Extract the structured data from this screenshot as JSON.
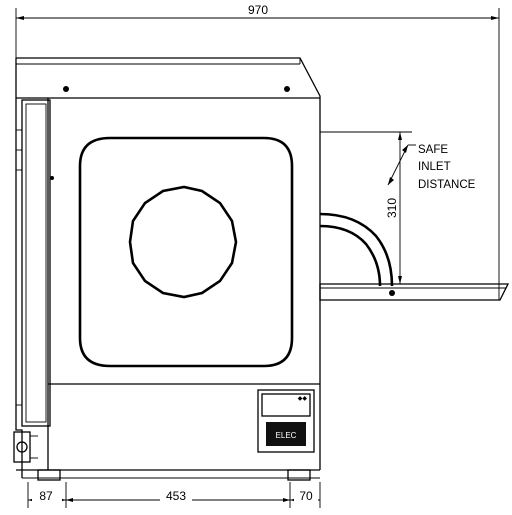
{
  "dimensions": {
    "overall_width": "970",
    "left_offset": "87",
    "base_width": "453",
    "right_offset": "70",
    "inlet_height": "310"
  },
  "note": {
    "line1": "SAFE",
    "line2": "INLET",
    "line3": "DISTANCE"
  },
  "panel": {
    "tag": "ELEC"
  }
}
